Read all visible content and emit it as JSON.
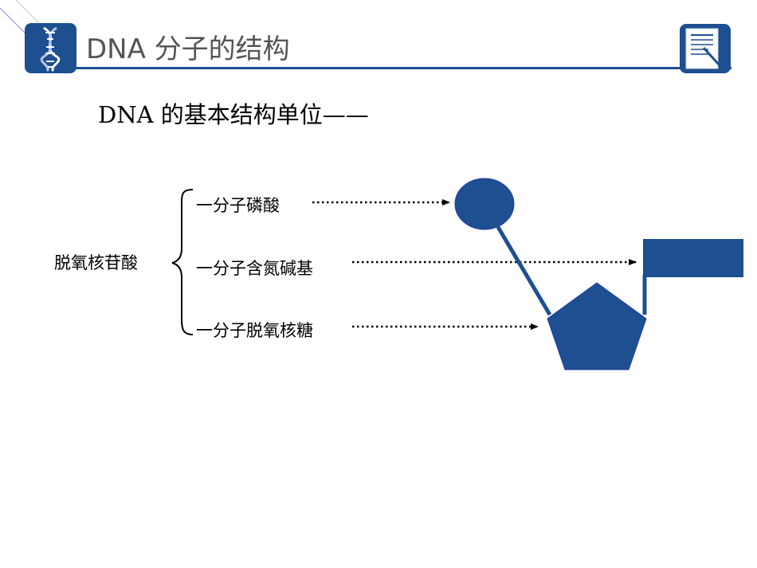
{
  "header": {
    "title": "DNA 分子的结构",
    "logo_icon": "dna-helix-icon",
    "doc_icon": "document-pen-icon",
    "accent_color": "#1d4f91"
  },
  "slide": {
    "subtitle": "DNA 的基本结构单位——"
  },
  "diagram": {
    "root_label": "脱氧核苷酸",
    "components": [
      {
        "label": "一分子磷酸",
        "shape": "circle"
      },
      {
        "label": "一分子含氮碱基",
        "shape": "rectangle"
      },
      {
        "label": "一分子脱氧核糖",
        "shape": "pentagon"
      }
    ],
    "shape_color": "#1d4f91"
  }
}
